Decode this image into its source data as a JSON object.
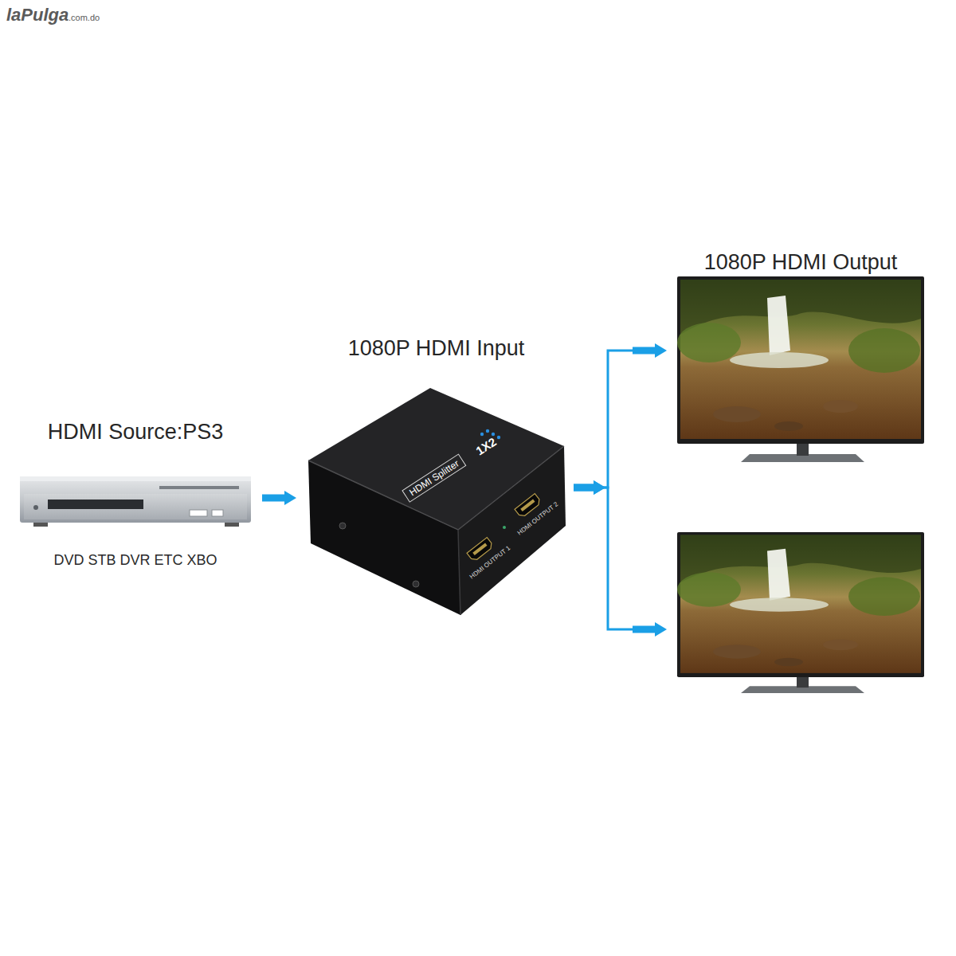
{
  "diagram": {
    "nodes": [
      {
        "text": [
          "HDMI Source:PS3",
          "DVD STB DVR ETC XBO"
        ]
      },
      {
        "text": [
          "1080P HDMI Input"
        ]
      },
      {
        "text": [
          "1080P HDMI Output"
        ]
      },
      {
        "text": []
      }
    ],
    "edges": [
      {
        "from": 0,
        "to": 1,
        "arrow": "to"
      },
      {
        "from": 1,
        "to": 2,
        "arrow": "to"
      },
      {
        "from": 1,
        "to": 3,
        "arrow": "to"
      }
    ],
    "labels": [
      "laPulga",
      ".com.do",
      "1X2",
      "HDMI Splitter",
      "HDMI OUTPUT 1",
      "HDMI OUTPUT 2"
    ]
  }
}
